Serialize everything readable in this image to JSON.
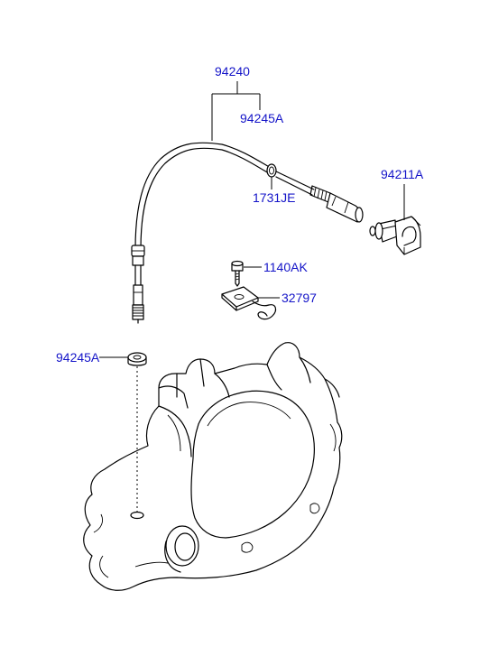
{
  "diagram": {
    "part_labels": {
      "speedometer_cable": "94240",
      "cable_retainer_top": "94245A",
      "grommet": "1731JE",
      "sensor_adapter": "94211A",
      "bolt": "1140AK",
      "bracket": "32797",
      "cable_retainer_bottom": "94245A"
    },
    "label_color": "#1414c8"
  }
}
